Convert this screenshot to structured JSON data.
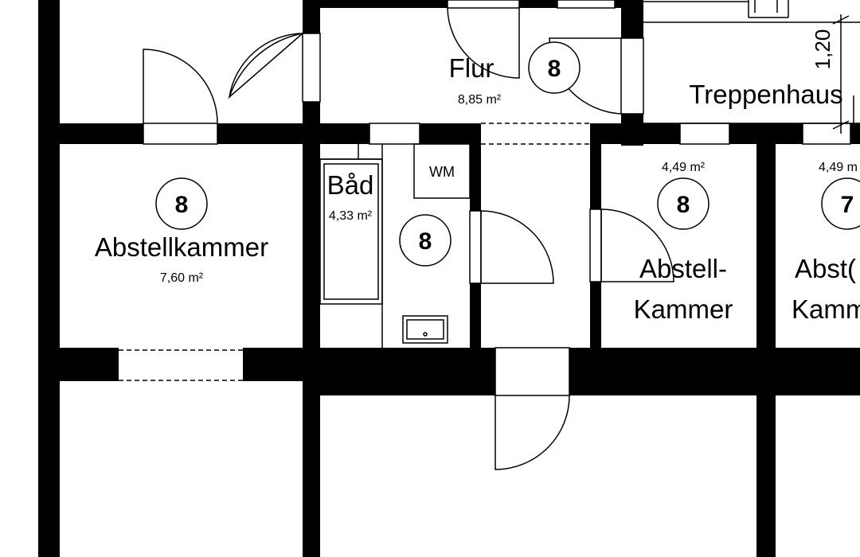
{
  "rooms": {
    "flur": {
      "name": "Flur",
      "area": "8,85 m²",
      "badge": "8"
    },
    "treppenhaus": {
      "name": "Treppenhaus"
    },
    "abstellkammer_left": {
      "name": "Abstellkammer",
      "area": "7,60 m²",
      "badge": "8"
    },
    "bad": {
      "name": "Båd",
      "area": "4,33 m²",
      "badge": "8",
      "wm": "WM"
    },
    "abstell_right1": {
      "name_line1": "Abstell-",
      "name_line2": "Kammer",
      "area": "4,49 m²",
      "badge": "8"
    },
    "abstell_right2": {
      "name_line1": "Abst(",
      "name_line2": "Kamm",
      "area": "4,49 m",
      "badge": "7"
    }
  },
  "dimensions": {
    "stair_width": "1,20"
  },
  "colors": {
    "wall": "#000000",
    "background": "#ffffff",
    "line": "#000000"
  }
}
